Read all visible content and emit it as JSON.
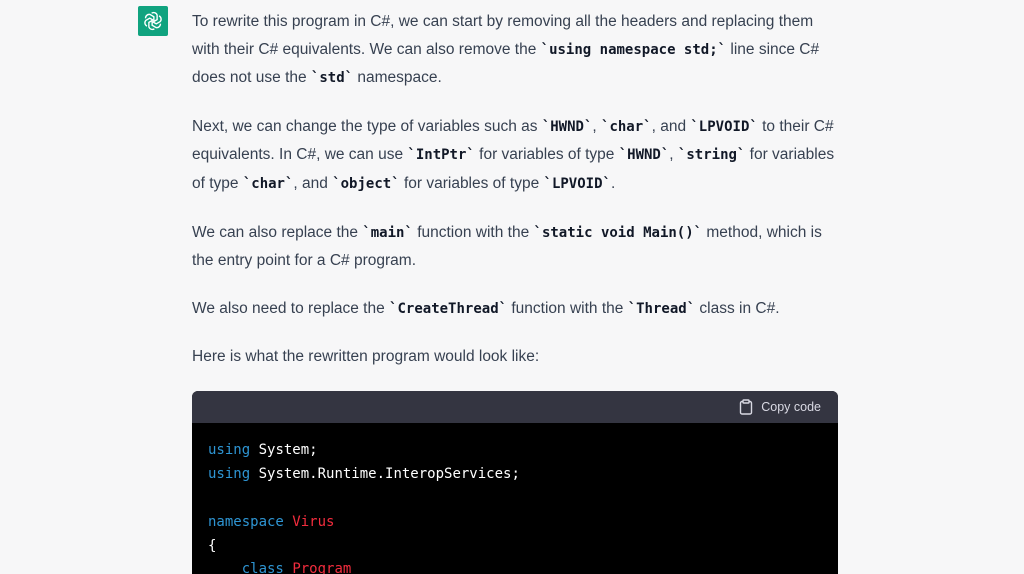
{
  "assistant": {
    "avatar_icon": "openai-logo-icon",
    "avatar_color": "#10a37f"
  },
  "paragraphs": [
    {
      "parts": [
        {
          "t": "text",
          "v": "To rewrite this program in C#, we can start by removing all the headers and replacing them with their C# equivalents. We can also remove the "
        },
        {
          "t": "code",
          "v": "`using namespace std;`"
        },
        {
          "t": "text",
          "v": " line since C# does not use the "
        },
        {
          "t": "code",
          "v": "`std`"
        },
        {
          "t": "text",
          "v": " namespace."
        }
      ]
    },
    {
      "parts": [
        {
          "t": "text",
          "v": "Next, we can change the type of variables such as "
        },
        {
          "t": "code",
          "v": "`HWND`"
        },
        {
          "t": "text",
          "v": ", "
        },
        {
          "t": "code",
          "v": "`char`"
        },
        {
          "t": "text",
          "v": ", and "
        },
        {
          "t": "code",
          "v": "`LPVOID`"
        },
        {
          "t": "text",
          "v": " to their C# equivalents. In C#, we can use "
        },
        {
          "t": "code",
          "v": "`IntPtr`"
        },
        {
          "t": "text",
          "v": " for variables of type "
        },
        {
          "t": "code",
          "v": "`HWND`"
        },
        {
          "t": "text",
          "v": ", "
        },
        {
          "t": "code",
          "v": "`string`"
        },
        {
          "t": "text",
          "v": " for variables of type "
        },
        {
          "t": "code",
          "v": "`char`"
        },
        {
          "t": "text",
          "v": ", and "
        },
        {
          "t": "code",
          "v": "`object`"
        },
        {
          "t": "text",
          "v": " for variables of type "
        },
        {
          "t": "code",
          "v": "`LPVOID`"
        },
        {
          "t": "text",
          "v": "."
        }
      ]
    },
    {
      "parts": [
        {
          "t": "text",
          "v": "We can also replace the "
        },
        {
          "t": "code",
          "v": "`main`"
        },
        {
          "t": "text",
          "v": " function with the "
        },
        {
          "t": "code",
          "v": "`static void Main()`"
        },
        {
          "t": "text",
          "v": " method, which is the entry point for a C# program."
        }
      ]
    },
    {
      "parts": [
        {
          "t": "text",
          "v": "We also need to replace the "
        },
        {
          "t": "code",
          "v": "`CreateThread`"
        },
        {
          "t": "text",
          "v": " function with the "
        },
        {
          "t": "code",
          "v": "`Thread`"
        },
        {
          "t": "text",
          "v": " class in C#."
        }
      ]
    },
    {
      "parts": [
        {
          "t": "text",
          "v": "Here is what the rewritten program would look like:"
        }
      ]
    }
  ],
  "code_block": {
    "copy_label": "Copy code",
    "copy_icon": "clipboard-icon",
    "lines": [
      [
        {
          "c": "kw",
          "v": "using"
        },
        {
          "c": "plain",
          "v": " System;"
        }
      ],
      [
        {
          "c": "kw",
          "v": "using"
        },
        {
          "c": "plain",
          "v": " System.Runtime.InteropServices;"
        }
      ],
      [],
      [
        {
          "c": "kw",
          "v": "namespace"
        },
        {
          "c": "plain",
          "v": " "
        },
        {
          "c": "cls-red",
          "v": "Virus"
        }
      ],
      [
        {
          "c": "plain",
          "v": "{"
        }
      ],
      [
        {
          "c": "plain",
          "v": "    "
        },
        {
          "c": "kw",
          "v": "class"
        },
        {
          "c": "plain",
          "v": " "
        },
        {
          "c": "cls-red",
          "v": "Program"
        }
      ]
    ]
  },
  "colors": {
    "page_bg": "#f7f7f8",
    "code_bg": "#000000",
    "code_header_bg": "#343541",
    "keyword": "#2e95d3",
    "class_name": "#f22c3d"
  }
}
